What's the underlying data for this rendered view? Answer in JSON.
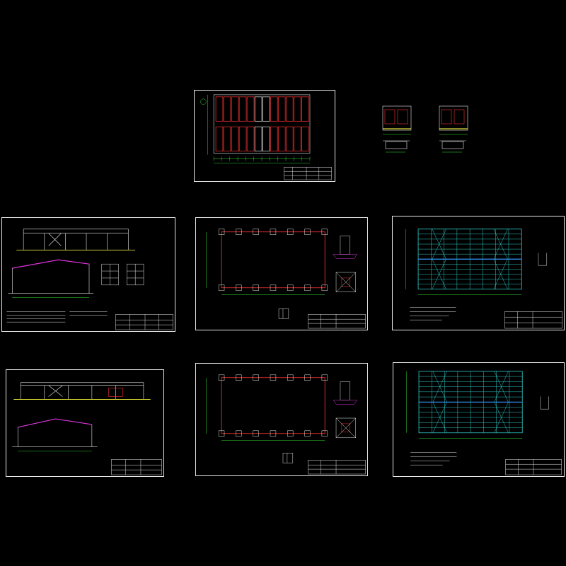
{
  "viewer": {
    "background": "#000000",
    "layer_colors": {
      "frame": "#e8e8e8",
      "structure": "#ff3333",
      "axis": "#33dd33",
      "bracing": "#33cccc",
      "members": "#3399ff",
      "dimension": "#dddd33",
      "hatch": "#dd33dd"
    }
  },
  "sheets": [
    {
      "id": "sheet-plan-layout",
      "kind": "plan-layout"
    },
    {
      "id": "sheet-section-detail-a",
      "kind": "small-detail"
    },
    {
      "id": "sheet-section-detail-b",
      "kind": "small-detail"
    },
    {
      "id": "sheet-elevation-1",
      "kind": "elevation"
    },
    {
      "id": "sheet-foundation-1",
      "kind": "foundation"
    },
    {
      "id": "sheet-roof-framing-1",
      "kind": "roof-framing"
    },
    {
      "id": "sheet-elevation-2",
      "kind": "elevation"
    },
    {
      "id": "sheet-foundation-2",
      "kind": "foundation"
    },
    {
      "id": "sheet-roof-framing-2",
      "kind": "roof-framing"
    }
  ]
}
